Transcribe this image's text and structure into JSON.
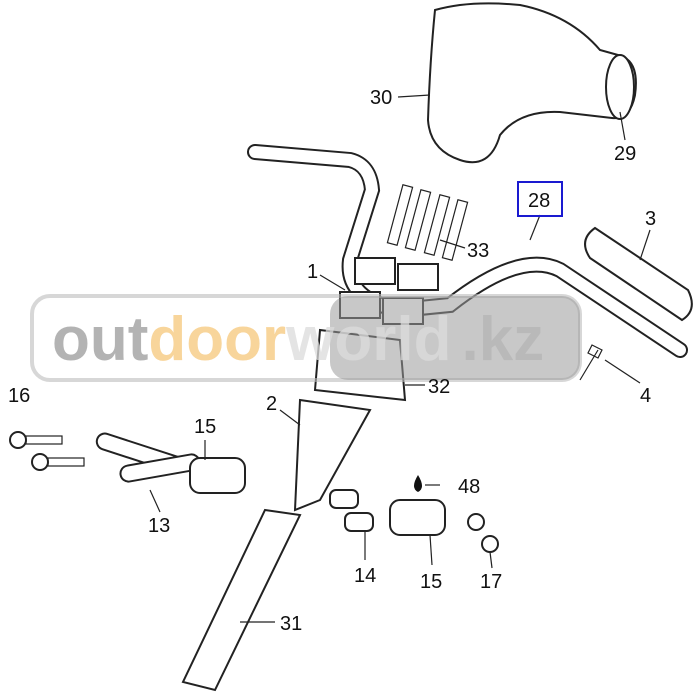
{
  "watermark": {
    "part1": "out",
    "part2": "door",
    "part3": "world",
    "part4": ".kz"
  },
  "colors": {
    "highlight_box": "#1a1ad0",
    "watermark_gray": "#9a9a9a",
    "watermark_orange": "#f6c77a",
    "line": "#222222"
  },
  "callouts": {
    "c30": "30",
    "c29": "29",
    "c28": "28",
    "c3": "3",
    "c33": "33",
    "c1": "1",
    "c32": "32",
    "c4": "4",
    "c16": "16",
    "c2": "2",
    "c15a": "15",
    "c13": "13",
    "c48": "48",
    "c14": "14",
    "c15b": "15",
    "c17": "17",
    "c31": "31"
  }
}
